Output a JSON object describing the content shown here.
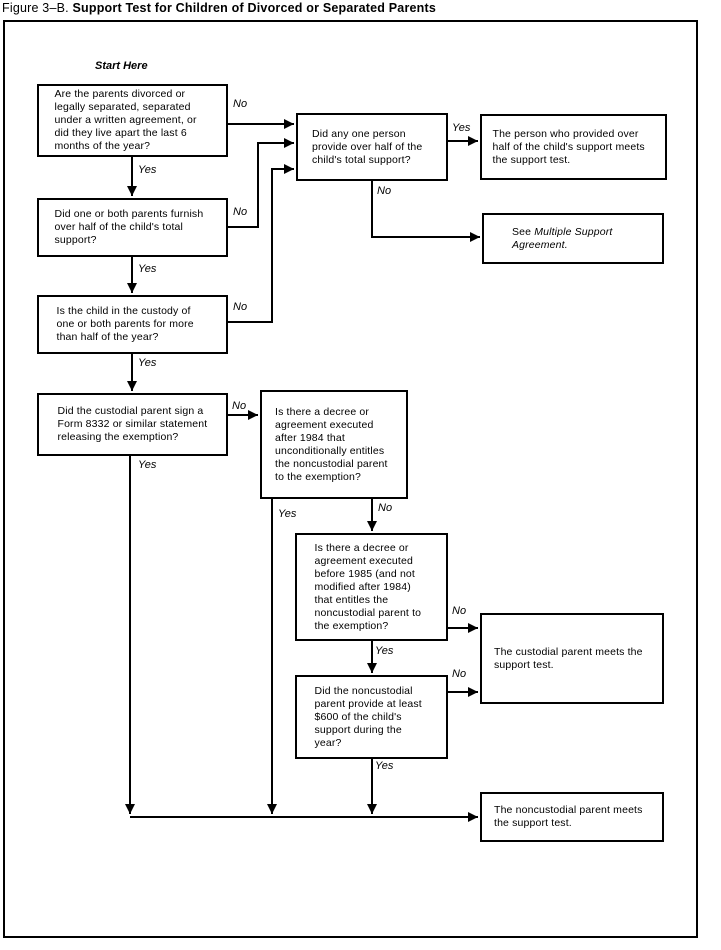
{
  "figure": {
    "label": "Figure 3–B.",
    "title": "Support Test for Children of Divorced or Separated Parents"
  },
  "flowchart": {
    "start_label": "Start Here",
    "nodes": {
      "q_divorced": {
        "text": "Are the parents divorced or legally separated, separated under a written agreement, or did they live apart the last 6 months of the year?"
      },
      "q_half_support": {
        "text": "Did one or both parents furnish over half of the child's total support?"
      },
      "q_custody": {
        "text": "Is the child in the custody of one or both parents for more than half of the year?"
      },
      "q_form8332": {
        "text": "Did the custodial parent sign a Form 8332 or similar statement releasing the exemption?"
      },
      "q_one_person": {
        "text": "Did any one person provide over half of the child's total support?"
      },
      "person_meets": {
        "text": "The person who provided over half of the child's support meets the support test."
      },
      "see_msa": {
        "text_plain": "See ",
        "text_italic": "Multiple Support Agreement."
      },
      "q_after_1984": {
        "text": "Is there a decree or agreement executed after 1984 that unconditionally entitles the noncustodial parent to the exemption?"
      },
      "q_before_1985": {
        "text": "Is there a decree or agreement executed before 1985 (and not modified after 1984) that entitles the noncustodial parent to the exemption?"
      },
      "q_600": {
        "text": "Did the noncustodial parent provide at least $600 of the child's support during the year?"
      },
      "custodial_meets": {
        "text": "The custodial parent meets the support test."
      },
      "noncustodial_meets": {
        "text": "The noncustodial parent meets the support test."
      }
    },
    "edges": [
      {
        "from": "q_divorced",
        "to": "q_half_support",
        "label": "Yes"
      },
      {
        "from": "q_divorced",
        "to": "q_one_person",
        "label": "No"
      },
      {
        "from": "q_half_support",
        "to": "q_custody",
        "label": "Yes"
      },
      {
        "from": "q_half_support",
        "to": "q_one_person",
        "label": "No"
      },
      {
        "from": "q_custody",
        "to": "q_form8332",
        "label": "Yes"
      },
      {
        "from": "q_custody",
        "to": "q_one_person",
        "label": "No"
      },
      {
        "from": "q_form8332",
        "to": "noncustodial_meets",
        "label": "Yes"
      },
      {
        "from": "q_form8332",
        "to": "q_after_1984",
        "label": "No"
      },
      {
        "from": "q_one_person",
        "to": "person_meets",
        "label": "Yes"
      },
      {
        "from": "q_one_person",
        "to": "see_msa",
        "label": "No"
      },
      {
        "from": "q_after_1984",
        "to": "noncustodial_meets",
        "label": "Yes"
      },
      {
        "from": "q_after_1984",
        "to": "q_before_1985",
        "label": "No"
      },
      {
        "from": "q_before_1985",
        "to": "q_600",
        "label": "Yes"
      },
      {
        "from": "q_before_1985",
        "to": "custodial_meets",
        "label": "No"
      },
      {
        "from": "q_600",
        "to": "noncustodial_meets",
        "label": "Yes"
      },
      {
        "from": "q_600",
        "to": "custodial_meets",
        "label": "No"
      }
    ],
    "line_color": "#000000",
    "background_color": "#ffffff"
  }
}
